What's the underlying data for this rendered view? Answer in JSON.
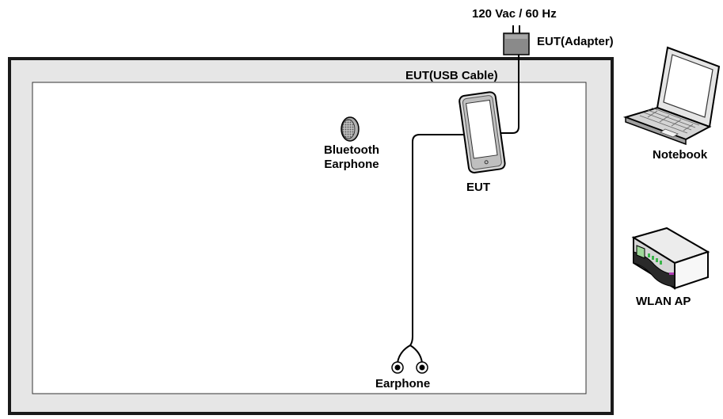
{
  "labels": {
    "power": "120 Vac / 60 Hz",
    "adapter": "EUT(Adapter)",
    "usb_cable": "EUT(USB Cable)",
    "bluetooth_line1": "Bluetooth",
    "bluetooth_line2": "Earphone",
    "eut": "EUT",
    "notebook": "Notebook",
    "wlan_ap": "WLAN AP",
    "earphone": "Earphone"
  },
  "icons": {
    "adapter": "power-adapter-icon",
    "tablet": "tablet-icon",
    "bluetooth_earphone": "bluetooth-earphone-icon",
    "notebook": "laptop-icon",
    "wlan_ap": "router-icon",
    "earphone": "wired-earphone-icon"
  },
  "colors": {
    "frame_fill": "#e6e6e6",
    "frame_stroke": "#1a1a1a",
    "inner_fill": "#ffffff",
    "adapter_fill": "#8a8a8a",
    "router_led": "#3ab54a"
  }
}
